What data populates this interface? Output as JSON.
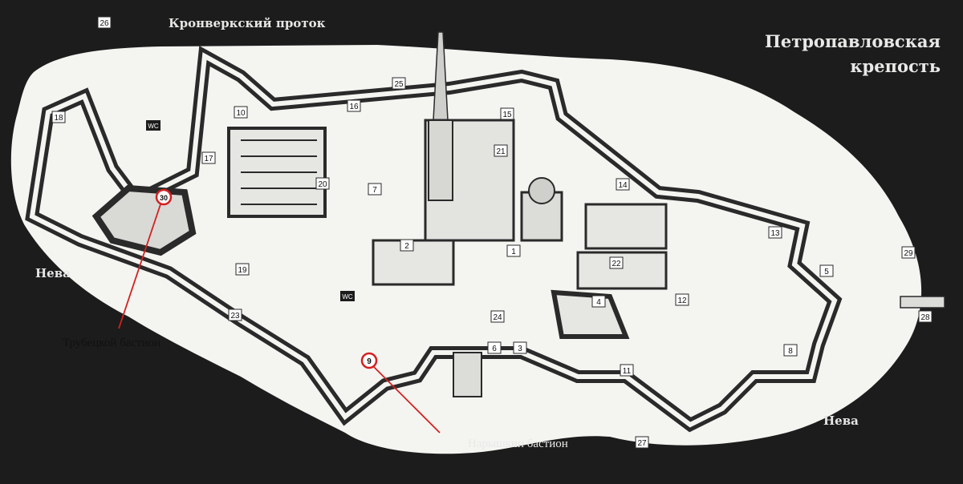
{
  "title_line1": "Петропавловская",
  "title_line2": "крепость",
  "labels": {
    "kronverk": "Кронверкский проток",
    "neva_left": "Нева",
    "neva_right": "Нева"
  },
  "callouts": {
    "trubetskoy": "Трубецкой бастион",
    "naryshkin": "Нарышкин бастион"
  },
  "markers": {
    "trubetskoy_num": "30",
    "naryshkin_num": "9"
  },
  "building_numbers": [
    "1",
    "2",
    "3",
    "4",
    "5",
    "6",
    "7",
    "8",
    "10",
    "11",
    "12",
    "13",
    "14",
    "15",
    "16",
    "17",
    "18",
    "19",
    "20",
    "21",
    "22",
    "23",
    "24",
    "25",
    "26",
    "27",
    "28",
    "29"
  ],
  "wc": "WC",
  "colors": {
    "background": "#1c1c1c",
    "island": "#f4f4f1",
    "highlight": "#d42020"
  }
}
